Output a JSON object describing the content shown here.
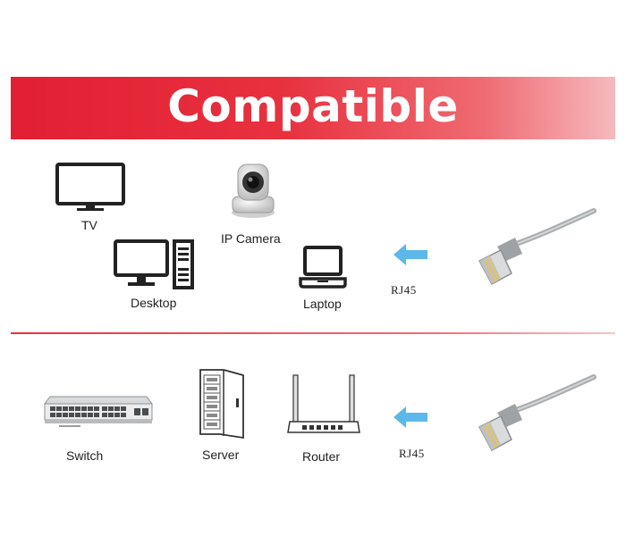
{
  "banner": {
    "title": "Compatible"
  },
  "top_section": {
    "devices": [
      {
        "id": "tv",
        "label": "TV",
        "icon": "tv-icon"
      },
      {
        "id": "ip-camera",
        "label": "IP Camera",
        "icon": "ip-camera-icon"
      },
      {
        "id": "desktop",
        "label": "Desktop",
        "icon": "desktop-computer-icon"
      },
      {
        "id": "laptop",
        "label": "Laptop",
        "icon": "laptop-icon"
      }
    ],
    "connector_label": "RJ45"
  },
  "bottom_section": {
    "devices": [
      {
        "id": "switch",
        "label": "Switch",
        "icon": "network-switch-icon"
      },
      {
        "id": "server",
        "label": "Server",
        "icon": "server-rack-icon"
      },
      {
        "id": "router",
        "label": "Router",
        "icon": "router-icon"
      }
    ],
    "connector_label": "RJ45"
  },
  "colors": {
    "banner_red": "#e21f33",
    "arrow_blue": "#5cb8e8",
    "cable_gray": "#a9acae"
  }
}
